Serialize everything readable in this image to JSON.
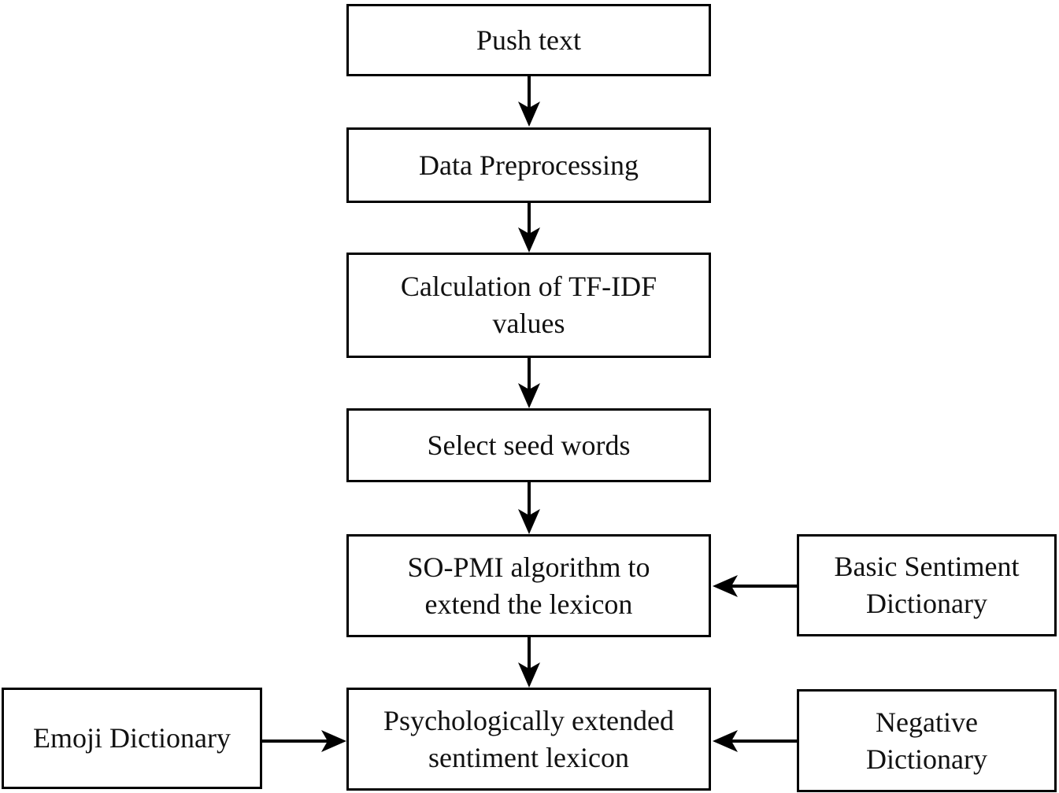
{
  "diagram": {
    "type": "flowchart",
    "background_color": "#ffffff",
    "line_color": "#000000",
    "nodes": {
      "push_text": {
        "label": "Push text"
      },
      "data_preprocessing": {
        "label": "Data Preprocessing"
      },
      "tfidf": {
        "label": "Calculation of TF-IDF\nvalues"
      },
      "seed_words": {
        "label": "Select seed words"
      },
      "so_pmi": {
        "label": "SO-PMI algorithm to\nextend the lexicon"
      },
      "psych_lexicon": {
        "label": "Psychologically extended\nsentiment lexicon"
      },
      "basic_dictionary": {
        "label": "Basic Sentiment\nDictionary"
      },
      "negative_dictionary": {
        "label": "Negative\nDictionary"
      },
      "emoji_dictionary": {
        "label": "Emoji Dictionary"
      }
    },
    "edges": [
      {
        "from": "push_text",
        "to": "data_preprocessing",
        "direction": "down"
      },
      {
        "from": "data_preprocessing",
        "to": "tfidf",
        "direction": "down"
      },
      {
        "from": "tfidf",
        "to": "seed_words",
        "direction": "down"
      },
      {
        "from": "seed_words",
        "to": "so_pmi",
        "direction": "down"
      },
      {
        "from": "so_pmi",
        "to": "psych_lexicon",
        "direction": "down"
      },
      {
        "from": "basic_dictionary",
        "to": "so_pmi",
        "direction": "left"
      },
      {
        "from": "negative_dictionary",
        "to": "psych_lexicon",
        "direction": "left"
      },
      {
        "from": "emoji_dictionary",
        "to": "psych_lexicon",
        "direction": "right"
      }
    ]
  }
}
